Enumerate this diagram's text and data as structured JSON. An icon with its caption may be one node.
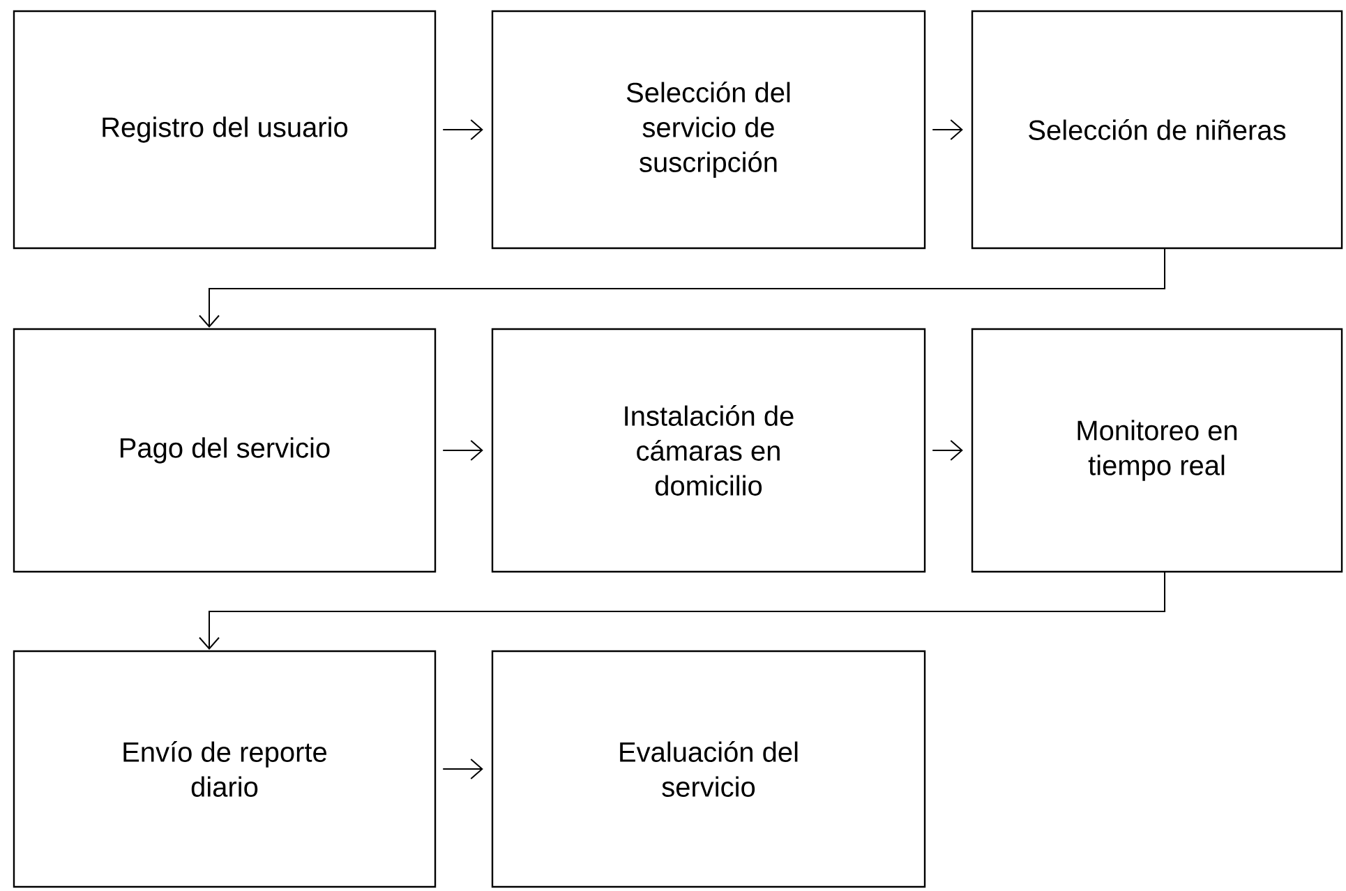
{
  "diagram": {
    "nodes": [
      {
        "text": [
          "Registro del usuario"
        ]
      },
      {
        "text": [
          "Selección del servicio de suscripción"
        ]
      },
      {
        "text": [
          "Selección de niñeras"
        ]
      },
      {
        "text": [
          "Pago del servicio"
        ]
      },
      {
        "text": [
          "Instalación de cámaras en domicilio"
        ]
      },
      {
        "text": [
          "Monitoreo en tiempo real"
        ]
      },
      {
        "text": [
          "Envío de reporte diario"
        ]
      },
      {
        "text": [
          "Evaluación del servicio"
        ]
      }
    ],
    "edges": [
      {
        "from": 0,
        "to": 1,
        "arrow": "to"
      },
      {
        "from": 1,
        "to": 2,
        "arrow": "to"
      },
      {
        "from": 2,
        "to": 3,
        "arrow": "to"
      },
      {
        "from": 3,
        "to": 4,
        "arrow": "to"
      },
      {
        "from": 4,
        "to": 5,
        "arrow": "to"
      },
      {
        "from": 5,
        "to": 6,
        "arrow": "to"
      },
      {
        "from": 6,
        "to": 7,
        "arrow": "to"
      }
    ]
  }
}
